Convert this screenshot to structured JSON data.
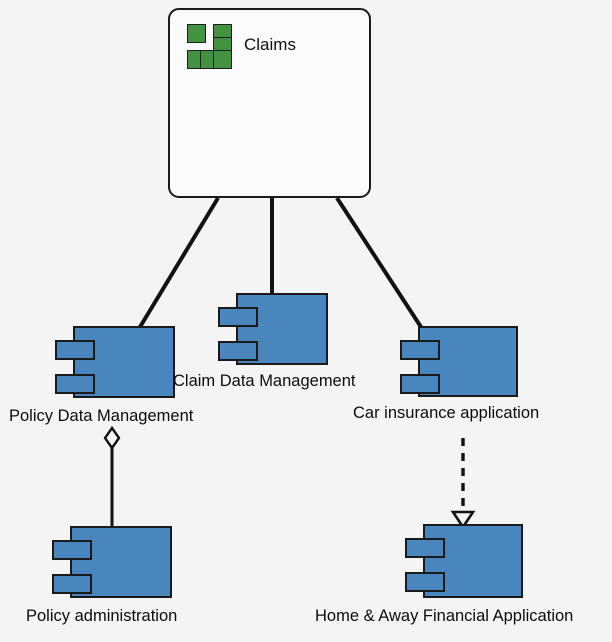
{
  "diagram": {
    "type": "uml-component-diagram",
    "background_color": "#f4f4f4",
    "component_fill": "#4a86be",
    "component_stroke": "#1a1a1a",
    "icon_color": "#429242",
    "package_fill": "#fbfbfb"
  },
  "package": {
    "title": "Claims",
    "icon_name": "green-stack-icon"
  },
  "components": [
    {
      "id": "policy-data-management",
      "label": "Policy Data Management"
    },
    {
      "id": "claim-data-management",
      "label": "Claim Data Management"
    },
    {
      "id": "car-insurance-application",
      "label": "Car insurance application"
    },
    {
      "id": "policy-administration",
      "label": "Policy administration"
    },
    {
      "id": "home-away-financial-application",
      "label": "Home & Away Financial Application"
    }
  ],
  "connections": [
    {
      "from": "Claims",
      "to": "Policy Data Management",
      "style": "solid",
      "ending": "none"
    },
    {
      "from": "Claims",
      "to": "Claim Data Management",
      "style": "solid",
      "ending": "none"
    },
    {
      "from": "Claims",
      "to": "Car insurance application",
      "style": "solid",
      "ending": "none"
    },
    {
      "from": "Policy Data Management",
      "to": "Policy administration",
      "style": "solid",
      "ending": "hollow-diamond-aggregation"
    },
    {
      "from": "Car insurance application",
      "to": "Home & Away Financial Application",
      "style": "dashed",
      "ending": "hollow-triangle-arrow"
    }
  ]
}
